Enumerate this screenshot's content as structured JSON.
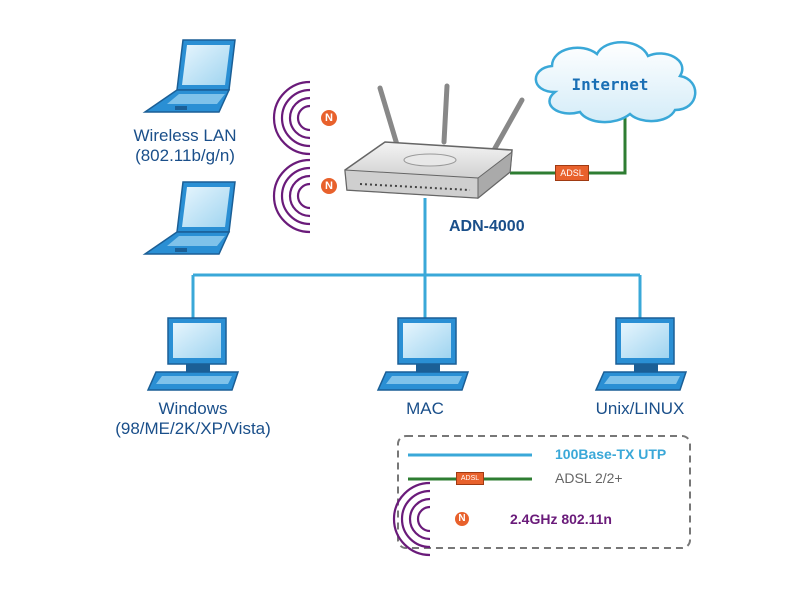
{
  "nodes": {
    "wireless_lan": {
      "line1": "Wireless LAN",
      "line2": "(802.11b/g/n)"
    },
    "router": {
      "name": "ADN-4000"
    },
    "internet": {
      "label": "Internet"
    },
    "windows": {
      "line1": "Windows",
      "line2": "(98/ME/2K/XP/Vista)"
    },
    "mac": {
      "label": "MAC"
    },
    "unix": {
      "label": "Unix/LINUX"
    }
  },
  "badges": {
    "adsl": "ADSL",
    "wireless": "N"
  },
  "legend": {
    "utp": {
      "label": "100Base-TX UTP",
      "color": "#3aa8d8"
    },
    "adsl": {
      "label": "ADSL 2/2+",
      "color": "#2e7d32"
    },
    "wifi": {
      "label": "2.4GHz 802.11n",
      "color": "#6a1b7a"
    }
  },
  "colors": {
    "lan_line": "#3aa8d8",
    "adsl_line": "#2e7d32",
    "wave": "#6a1b7a",
    "badge": "#e8612c",
    "device": "#2a8fd4",
    "text": "#1a4f8a"
  },
  "icons": [
    "laptop-icon",
    "router-icon",
    "cloud-icon",
    "desktop-pc-icon",
    "wireless-wave-icon"
  ]
}
